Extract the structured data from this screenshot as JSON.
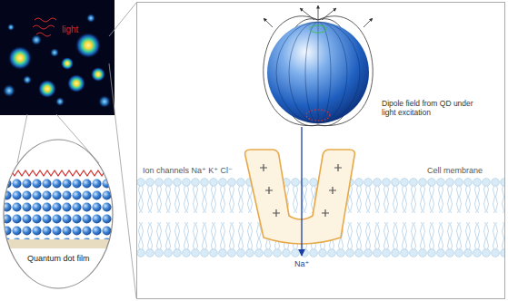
{
  "diagram": {
    "nodes": [
      {
        "text": [
          "Quantum dot film"
        ]
      }
    ],
    "labels": [
      "light",
      "Dipole field from QD under light excitation",
      "Ion channels Na⁺ K⁺ Cl⁻",
      "Cell membrane",
      "Na⁺"
    ]
  }
}
